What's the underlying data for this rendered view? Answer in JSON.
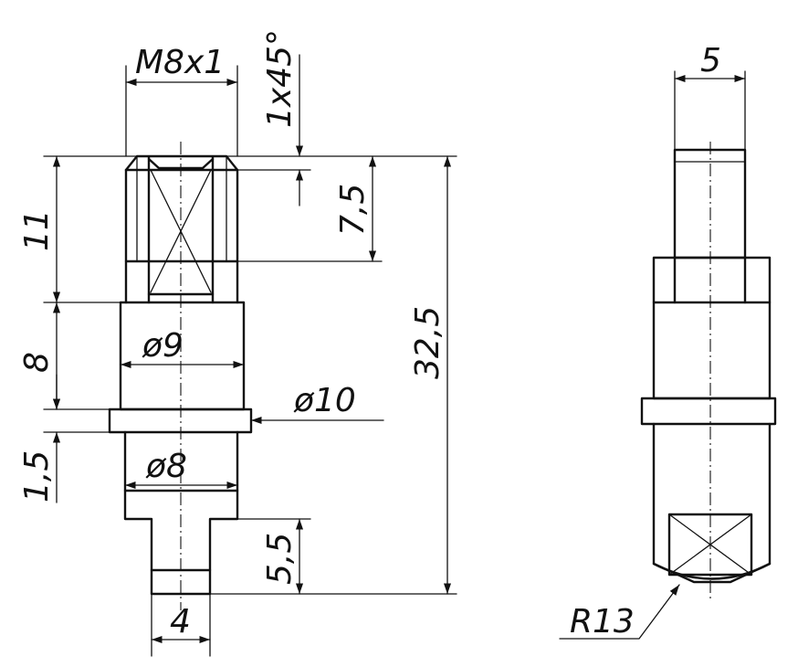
{
  "front_view": {
    "thread": "M8x1",
    "chamfer": "1x45°",
    "thread_length": "7,5",
    "length_11": "11",
    "length_8": "8",
    "length_1_5": "1,5",
    "total_length": "32,5",
    "dia_9": "ø9",
    "dia_10": "ø10",
    "dia_8": "ø8",
    "tip_length": "5,5",
    "tip_width": "4"
  },
  "side_view": {
    "width": "5",
    "radius": "R13"
  }
}
